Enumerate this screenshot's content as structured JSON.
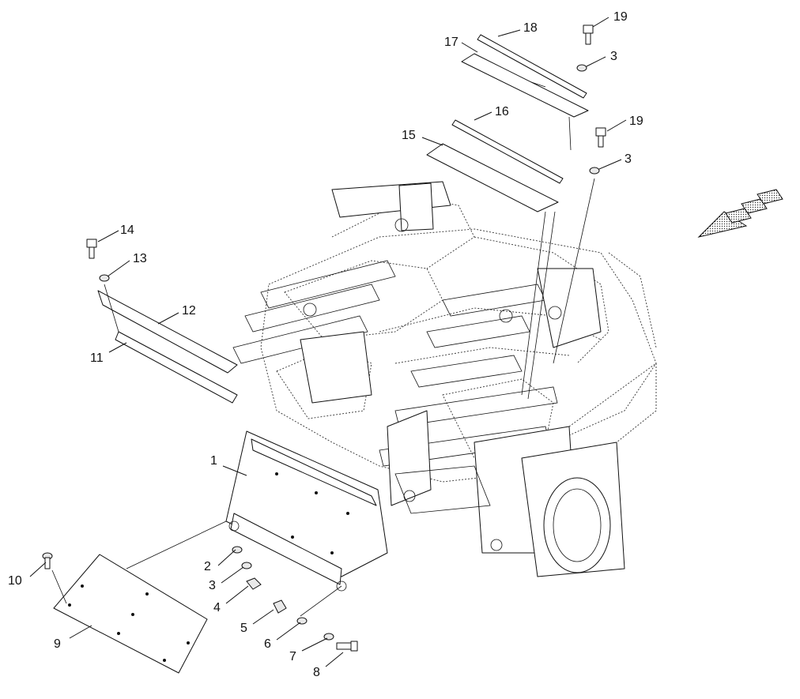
{
  "diagram": {
    "callouts": [
      {
        "id": "c1",
        "text": "1"
      },
      {
        "id": "c2",
        "text": "2"
      },
      {
        "id": "c3a",
        "text": "3"
      },
      {
        "id": "c4",
        "text": "4"
      },
      {
        "id": "c5",
        "text": "5"
      },
      {
        "id": "c6",
        "text": "6"
      },
      {
        "id": "c7",
        "text": "7"
      },
      {
        "id": "c8",
        "text": "8"
      },
      {
        "id": "c9",
        "text": "9"
      },
      {
        "id": "c10",
        "text": "10"
      },
      {
        "id": "c11",
        "text": "11"
      },
      {
        "id": "c12",
        "text": "12"
      },
      {
        "id": "c13",
        "text": "13"
      },
      {
        "id": "c14",
        "text": "14"
      },
      {
        "id": "c15",
        "text": "15"
      },
      {
        "id": "c16",
        "text": "16"
      },
      {
        "id": "c17",
        "text": "17"
      },
      {
        "id": "c18",
        "text": "18"
      },
      {
        "id": "c19a",
        "text": "19"
      },
      {
        "id": "c3b",
        "text": "3"
      },
      {
        "id": "c19b",
        "text": "19"
      },
      {
        "id": "c3c",
        "text": "3"
      }
    ],
    "colors": {
      "line": "#111111",
      "fill": "#e9e9e9",
      "background": "#ffffff"
    },
    "icons": [
      "direction-arrow-icon"
    ]
  }
}
